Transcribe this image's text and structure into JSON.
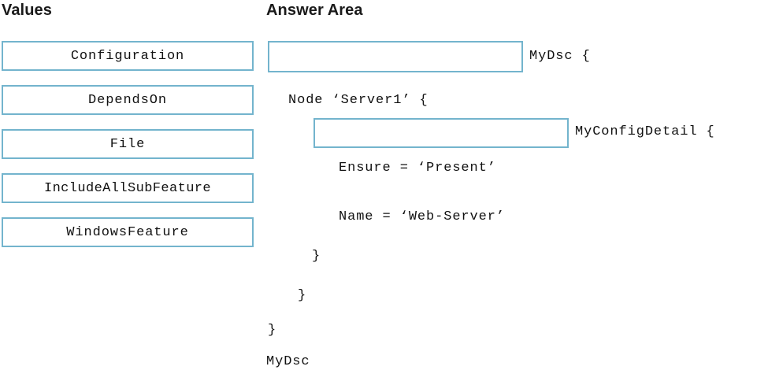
{
  "headings": {
    "values": "Values",
    "answer_area": "Answer Area"
  },
  "values": {
    "items": [
      {
        "label": "Configuration"
      },
      {
        "label": "DependsOn"
      },
      {
        "label": "File"
      },
      {
        "label": "IncludeAllSubFeature"
      },
      {
        "label": "WindowsFeature"
      }
    ]
  },
  "answer_area": {
    "drop_targets": [
      {
        "name": "drop-target-1",
        "value": ""
      },
      {
        "name": "drop-target-2",
        "value": ""
      }
    ],
    "code_lines": [
      {
        "id": "mydsc_open",
        "text": "MyDsc {"
      },
      {
        "id": "node",
        "text": "Node ‘Server1’ {"
      },
      {
        "id": "myconfig_open",
        "text": "MyConfigDetail {"
      },
      {
        "id": "ensure",
        "text": "Ensure = ‘Present’"
      },
      {
        "id": "name",
        "text": "Name = ‘Web-Server’"
      },
      {
        "id": "close_inner",
        "text": "}"
      },
      {
        "id": "close_node",
        "text": "}"
      },
      {
        "id": "close_config",
        "text": "}"
      },
      {
        "id": "mydsc_end",
        "text": "MyDsc"
      }
    ]
  },
  "colors": {
    "box_border": "#73b4cd",
    "background": "#ffffff",
    "text": "#111111",
    "heading": "#1a1a1a"
  }
}
